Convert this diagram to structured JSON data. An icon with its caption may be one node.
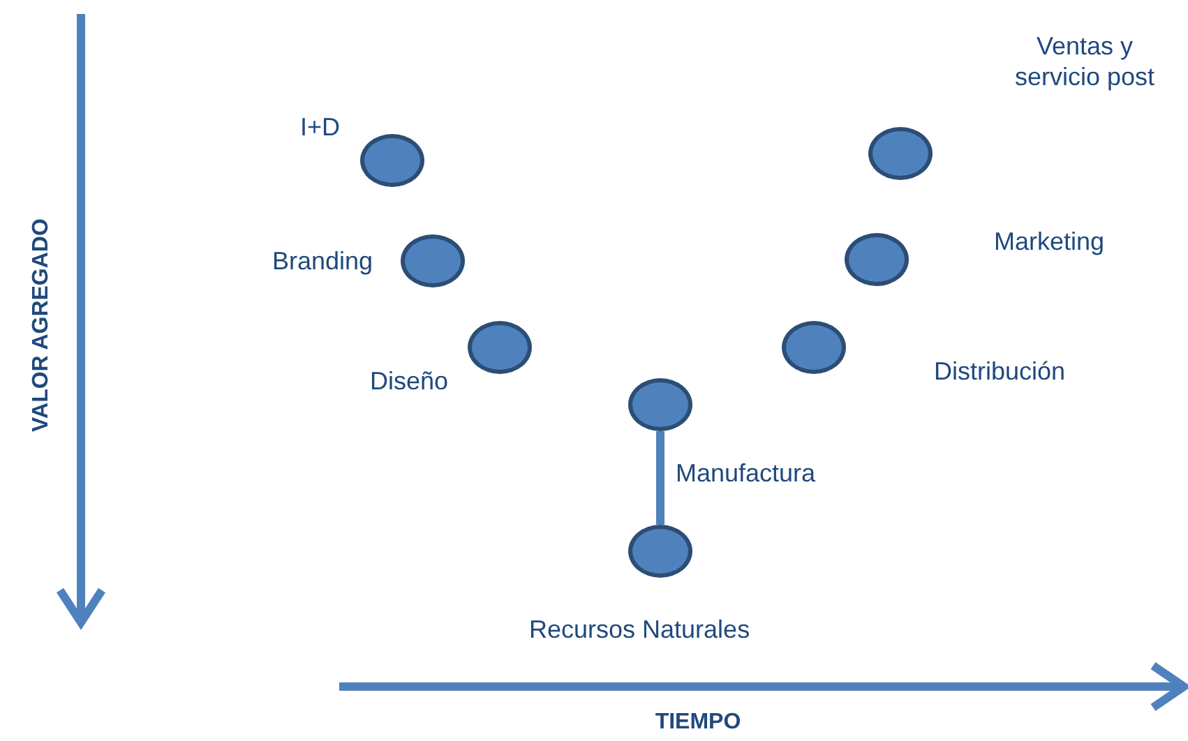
{
  "diagram": {
    "nodes": [
      {
        "text": [],
        "shape": "circle",
        "beside": [
          "I+D"
        ]
      },
      {
        "text": [],
        "shape": "circle",
        "beside": [
          "Branding"
        ]
      },
      {
        "text": [],
        "shape": "circle",
        "beside": [
          "Diseño"
        ]
      },
      {
        "text": [],
        "shape": "circle",
        "beside": [
          "Manufactura"
        ]
      },
      {
        "text": [],
        "shape": "circle",
        "beside": [
          "Recursos Naturales"
        ]
      },
      {
        "text": [],
        "shape": "circle",
        "beside": [
          "Distribución"
        ]
      },
      {
        "text": [],
        "shape": "circle",
        "beside": [
          "Marketing"
        ]
      },
      {
        "text": [],
        "shape": "circle",
        "beside": [
          "Ventas y servicio post"
        ]
      }
    ],
    "edges": [
      {
        "from": 3,
        "to": 4,
        "arrow": "none"
      }
    ],
    "labels": [
      "VALOR AGREGADO",
      "TIEMPO"
    ]
  }
}
